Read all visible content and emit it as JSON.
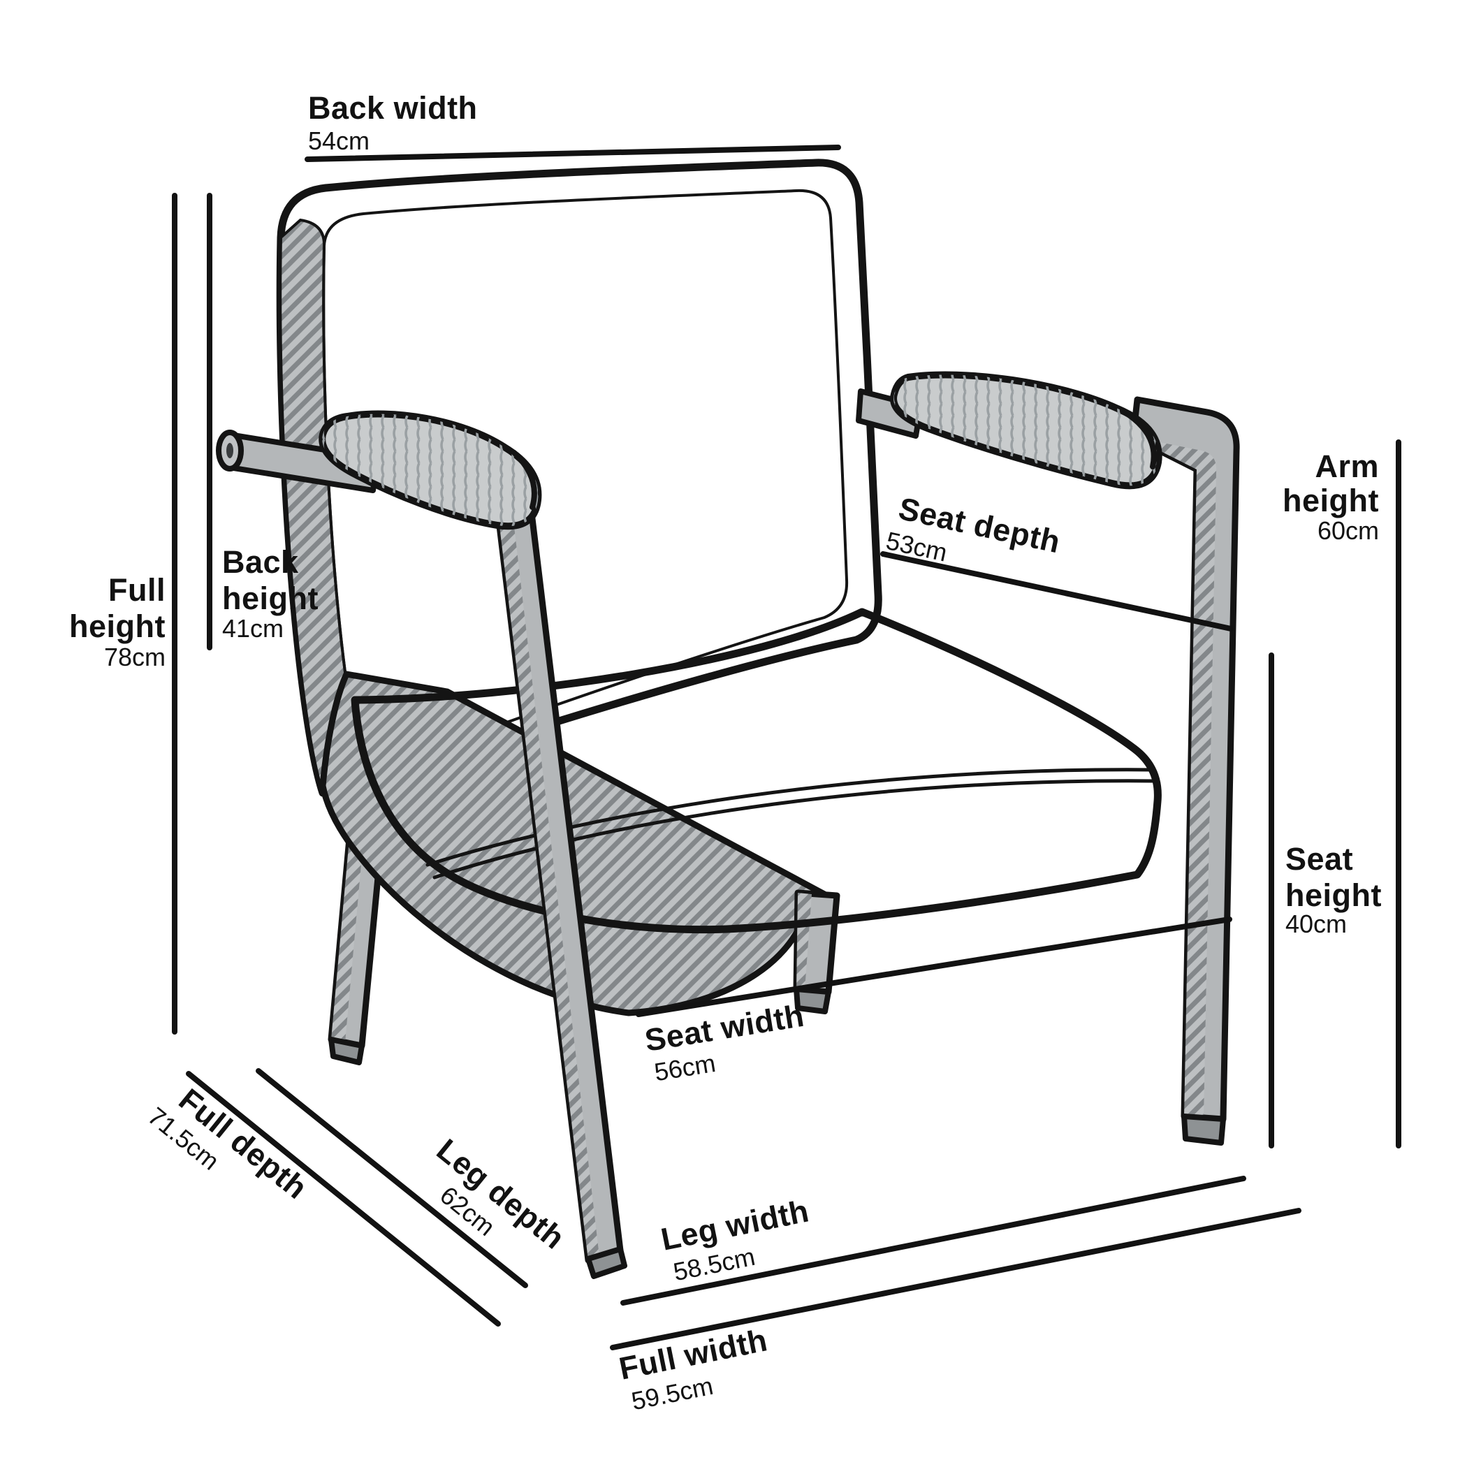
{
  "diagram": {
    "subject": "armchair-dimension-diagram",
    "unit": "cm",
    "colors": {
      "outline": "#141414",
      "cushion": "#cbced0",
      "panel": "#c5c8ca",
      "frame": "#b4b7b9",
      "hatch_line": "#83878a",
      "hatch_bg": "#bdc0c2",
      "background": "#ffffff"
    },
    "measurements": {
      "back_width": {
        "label": "Back width",
        "value": "54cm"
      },
      "full_height": {
        "label": "Full height",
        "value": "78cm",
        "lines": [
          "Full",
          "height"
        ]
      },
      "back_height": {
        "label": "Back height",
        "value": "41cm",
        "lines": [
          "Back",
          "height"
        ]
      },
      "arm_height": {
        "label": "Arm height",
        "value": "60cm",
        "lines": [
          "Arm",
          "height"
        ]
      },
      "seat_depth": {
        "label": "Seat depth",
        "value": "53cm"
      },
      "seat_height": {
        "label": "Seat height",
        "value": "40cm",
        "lines": [
          "Seat",
          "height"
        ]
      },
      "seat_width": {
        "label": "Seat width",
        "value": "56cm"
      },
      "full_depth": {
        "label": "Full depth",
        "value": "71.5cm"
      },
      "leg_depth": {
        "label": "Leg depth",
        "value": "62cm"
      },
      "leg_width": {
        "label": "Leg width",
        "value": "58.5cm"
      },
      "full_width": {
        "label": "Full width",
        "value": "59.5cm"
      }
    }
  }
}
